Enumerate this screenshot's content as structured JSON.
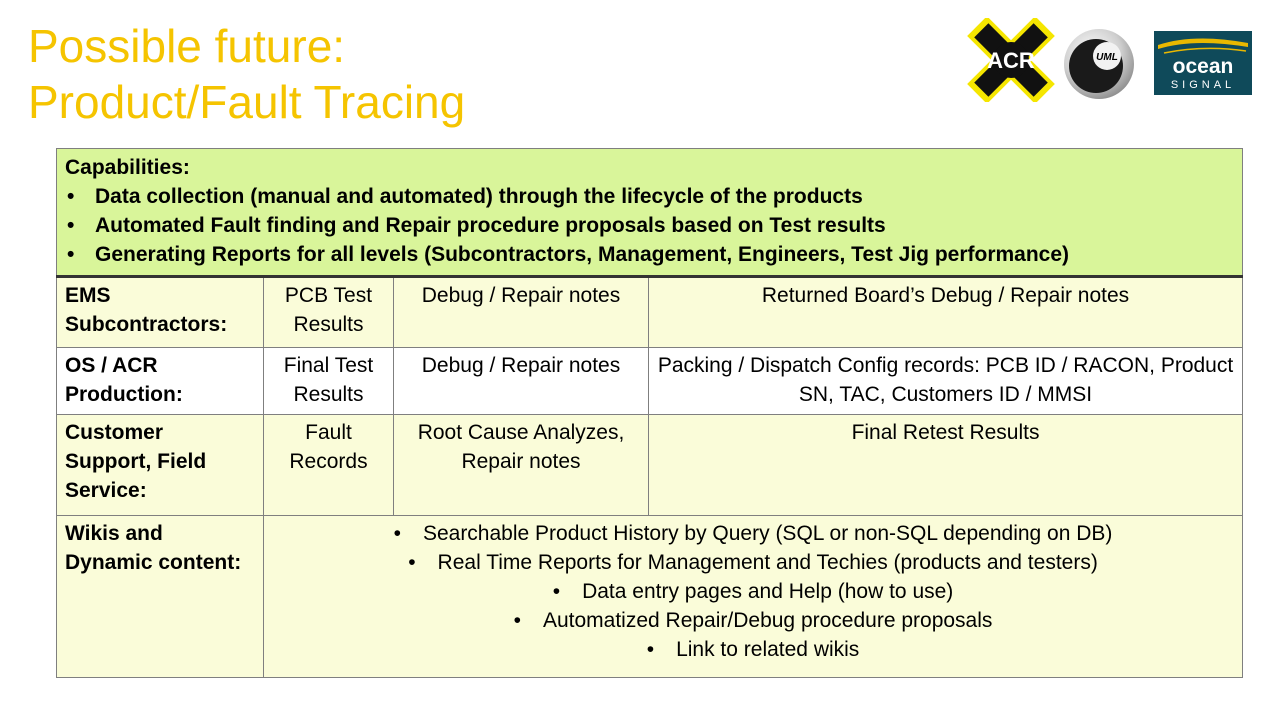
{
  "title": {
    "line1": "Possible future:",
    "line2": "Product/Fault Tracing"
  },
  "logos": {
    "acr": "ACR",
    "uml": "UML",
    "ocean_line1": "ocean",
    "ocean_line2": "SIGNAL"
  },
  "capabilities": {
    "heading": "Capabilities:",
    "items": [
      "Data collection (manual and automated) through the lifecycle of the products",
      "Automated Fault finding and Repair procedure proposals based on Test results",
      "Generating Reports for all levels (Subcontractors, Management, Engineers, Test Jig performance)"
    ]
  },
  "rows": [
    {
      "header": "EMS Subcontractors:",
      "c1": "PCB Test Results",
      "c2": "Debug / Repair notes",
      "c3": "Returned Board’s Debug / Repair notes"
    },
    {
      "header": "OS / ACR Production:",
      "c1": "Final Test Results",
      "c2": "Debug / Repair notes",
      "c3": "Packing / Dispatch Config records: PCB ID / RACON, Product SN, TAC, Customers ID / MMSI"
    },
    {
      "header": "Customer Support, Field Service:",
      "c1": "Fault Records",
      "c2": "Root Cause Analyzes, Repair notes",
      "c3": "Final Retest Results"
    }
  ],
  "wiki": {
    "header": "Wikis and Dynamic content:",
    "items": [
      "Searchable Product History by Query (SQL or non-SQL depending on DB)",
      "Real Time Reports for Management and Techies (products and testers)",
      "Data entry pages and Help (how to use)",
      "Automatized Repair/Debug procedure proposals",
      "Link to related wikis"
    ]
  },
  "colors": {
    "title": "#f5c400",
    "capabilities_bg": "#d9f59a",
    "row_tint": "#fafcd9",
    "border": "#7f7f7f",
    "ocean_bg": "#0f4a5a"
  }
}
